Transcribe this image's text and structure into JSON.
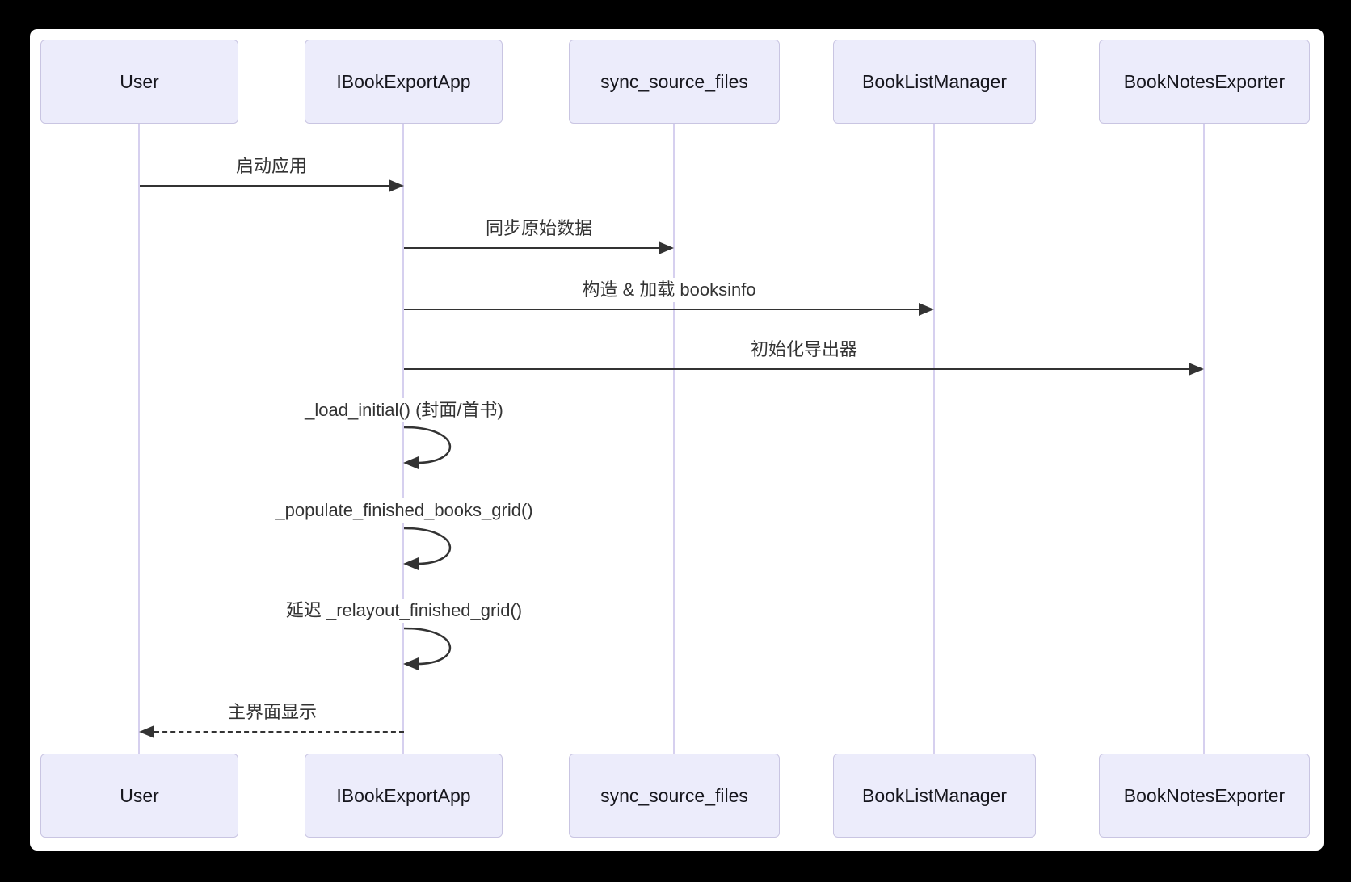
{
  "diagram": {
    "kind": "sequence-diagram",
    "actors": [
      {
        "id": "user",
        "name": "User"
      },
      {
        "id": "app",
        "name": "IBookExportApp"
      },
      {
        "id": "sync",
        "name": "sync_source_files"
      },
      {
        "id": "booklist",
        "name": "BookListManager"
      },
      {
        "id": "exporter",
        "name": "BookNotesExporter"
      }
    ],
    "messages": [
      {
        "from": "User",
        "to": "IBookExportApp",
        "style": "solid",
        "label": "启动应用"
      },
      {
        "from": "IBookExportApp",
        "to": "sync_source_files",
        "style": "solid",
        "label": "同步原始数据"
      },
      {
        "from": "IBookExportApp",
        "to": "BookListManager",
        "style": "solid",
        "label": "构造 & 加载 booksinfo"
      },
      {
        "from": "IBookExportApp",
        "to": "BookNotesExporter",
        "style": "solid",
        "label": "初始化导出器"
      },
      {
        "from": "IBookExportApp",
        "to": "IBookExportApp",
        "style": "self",
        "label": "_load_initial() (封面/首书)"
      },
      {
        "from": "IBookExportApp",
        "to": "IBookExportApp",
        "style": "self",
        "label": "_populate_finished_books_grid()"
      },
      {
        "from": "IBookExportApp",
        "to": "IBookExportApp",
        "style": "self",
        "label": "延迟 _relayout_finished_grid()"
      },
      {
        "from": "IBookExportApp",
        "to": "User",
        "style": "dashed",
        "label": "主界面显示"
      }
    ],
    "colors": {
      "frame": "#000000",
      "background": "#FFFFFF",
      "actor_fill": "#ECECFB",
      "actor_border": "#C9C5E2",
      "lifeline": "#D6D0EF",
      "arrow": "#333333",
      "text": "#333333"
    }
  }
}
